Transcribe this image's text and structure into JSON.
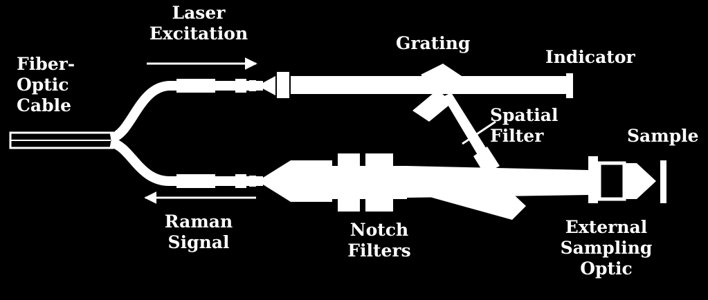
{
  "diagram": {
    "labels": {
      "fiber_optic_cable": [
        "Fiber-",
        "Optic",
        "Cable"
      ],
      "laser_excitation": [
        "Laser",
        "Excitation"
      ],
      "raman_signal": [
        "Raman",
        "Signal"
      ],
      "grating": "Grating",
      "indicator": "Indicator",
      "spatial_filter": [
        "Spatial",
        "Filter"
      ],
      "sample": "Sample",
      "notch_filters": [
        "Notch",
        "Filters"
      ],
      "external_sampling_optic": [
        "External",
        "Sampling",
        "Optic"
      ]
    },
    "colors": {
      "background": "#000000",
      "foreground": "#ffffff"
    }
  }
}
